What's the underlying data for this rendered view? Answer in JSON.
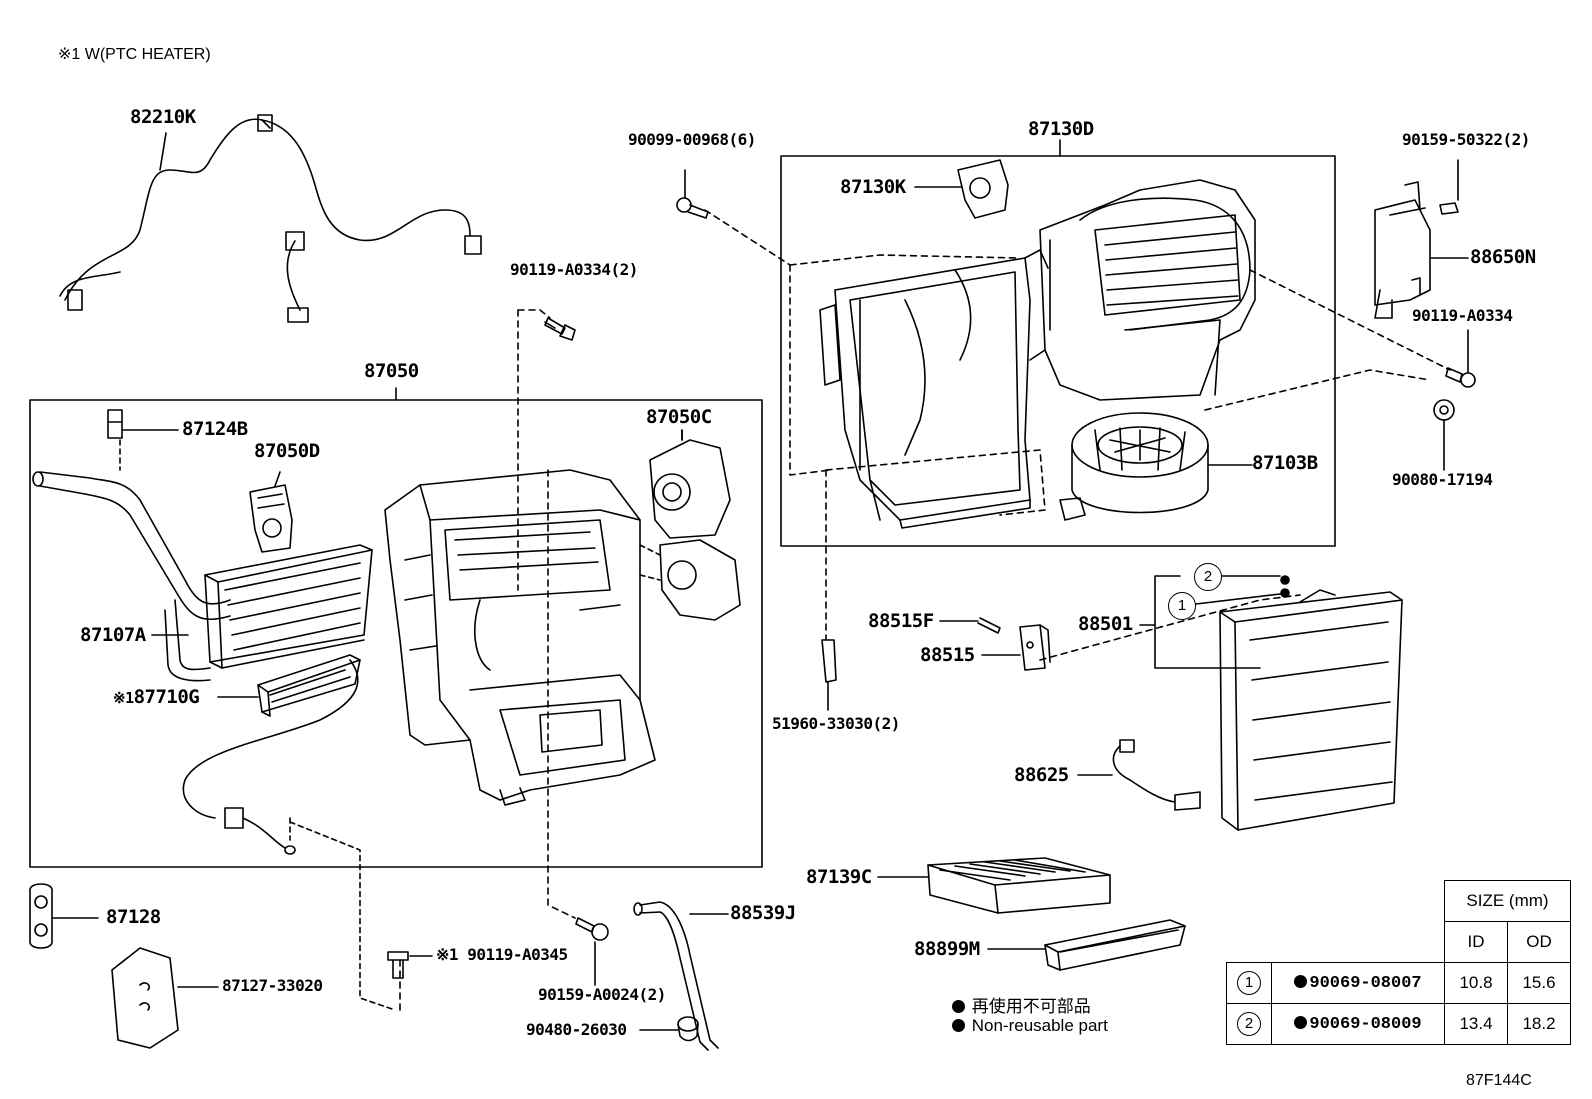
{
  "header_note": "※1 W(PTC HEATER)",
  "diagram_code": "87F144C",
  "parts": {
    "p82210K": "82210K",
    "p87050": "87050",
    "p87124B": "87124B",
    "p87050D": "87050D",
    "p87050C": "87050C",
    "p87107A": "87107A",
    "p87710G": "87710G",
    "p87710G_prefix": "※1",
    "p87128": "87128",
    "p87127": "87127-33020",
    "p90119_A0345": "90119-A0345",
    "p90119_A0345_prefix": "※1",
    "p90159_A0024": "90159-A0024(2)",
    "p90480": "90480-26030",
    "p88539J": "88539J",
    "p90119_A0334_2": "90119-A0334(2)",
    "p90099": "90099-00968(6)",
    "p87130D": "87130D",
    "p87130K": "87130K",
    "p87103B": "87103B",
    "p90159_50322": "90159-50322(2)",
    "p88650N": "88650N",
    "p90119_A0334": "90119-A0334",
    "p90080": "90080-17194",
    "p88515F": "88515F",
    "p88515": "88515",
    "p88501": "88501",
    "p51960": "51960-33030(2)",
    "p88625": "88625",
    "p87139C": "87139C",
    "p88899M": "88899M"
  },
  "callouts": {
    "c1": "1",
    "c2": "2"
  },
  "legend": {
    "jp": "再使用不可部品",
    "en": "Non-reusable part"
  },
  "size_table": {
    "header": "SIZE (mm)",
    "col_id": "ID",
    "col_od": "OD",
    "rows": [
      {
        "num": "1",
        "part": "90069-08007",
        "id": "10.8",
        "od": "15.6"
      },
      {
        "num": "2",
        "part": "90069-08009",
        "id": "13.4",
        "od": "18.2"
      }
    ]
  }
}
